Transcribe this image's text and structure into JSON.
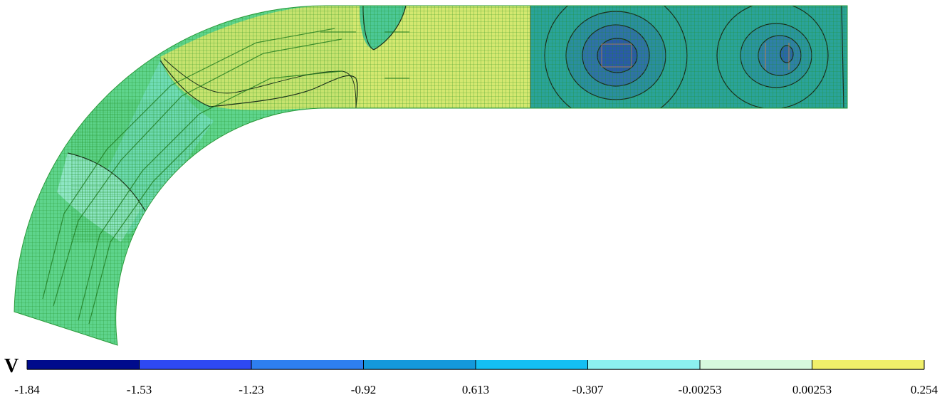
{
  "colorbar": {
    "variable": "V",
    "tick_labels": [
      "-1.84",
      "-1.53",
      "-1.23",
      "-0.92",
      "0.613",
      "-0.307",
      "-0.00253",
      "0.00253",
      "0.254"
    ],
    "colors": [
      "#000b8c",
      "#2e49f2",
      "#2e7ff0",
      "#1499db",
      "#14bff3",
      "#8cf1f0",
      "#d6f8dd",
      "#f0ef6a"
    ]
  },
  "palette": {
    "mesh_line": "#1e8c1e",
    "fill_yellow": "#d6e86e",
    "fill_yellowgreen": "#b7e070",
    "fill_green": "#5ed48c",
    "fill_teal": "#4cc896",
    "fill_cyan": "#8ceacf",
    "fill_dark_teal": "#2a9a92",
    "fill_blue": "#3a7ab4",
    "contour_line": "#1a2a1a"
  }
}
